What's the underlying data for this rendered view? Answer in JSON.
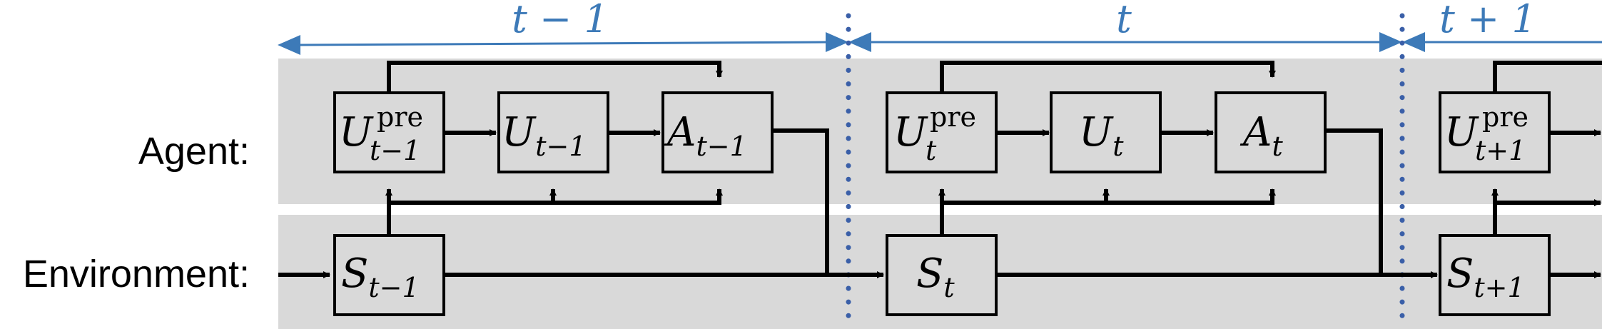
{
  "colors": {
    "band": "#d9d9d9",
    "timeline": "#3d7ab8",
    "divider": "#3a5fa8",
    "stroke": "#000000",
    "box": "#d9d9d9"
  },
  "rows": {
    "agent_label": "Agent:",
    "environment_label": "Environment:"
  },
  "steps": [
    {
      "label": "t − 1",
      "u_pre": {
        "base": "U",
        "sup": "pre",
        "sub": "t−1"
      },
      "u": {
        "base": "U",
        "sub": "t−1"
      },
      "a": {
        "base": "A",
        "sub": "t−1"
      },
      "s": {
        "base": "S",
        "sub": "t−1"
      }
    },
    {
      "label": "t",
      "u_pre": {
        "base": "U",
        "sup": "pre",
        "sub": "t"
      },
      "u": {
        "base": "U",
        "sub": "t"
      },
      "a": {
        "base": "A",
        "sub": "t"
      },
      "s": {
        "base": "S",
        "sub": "t"
      }
    },
    {
      "label": "t + 1",
      "u_pre": {
        "base": "U",
        "sup": "pre",
        "sub": "t+1"
      },
      "s": {
        "base": "S",
        "sub": "t+1"
      }
    }
  ]
}
